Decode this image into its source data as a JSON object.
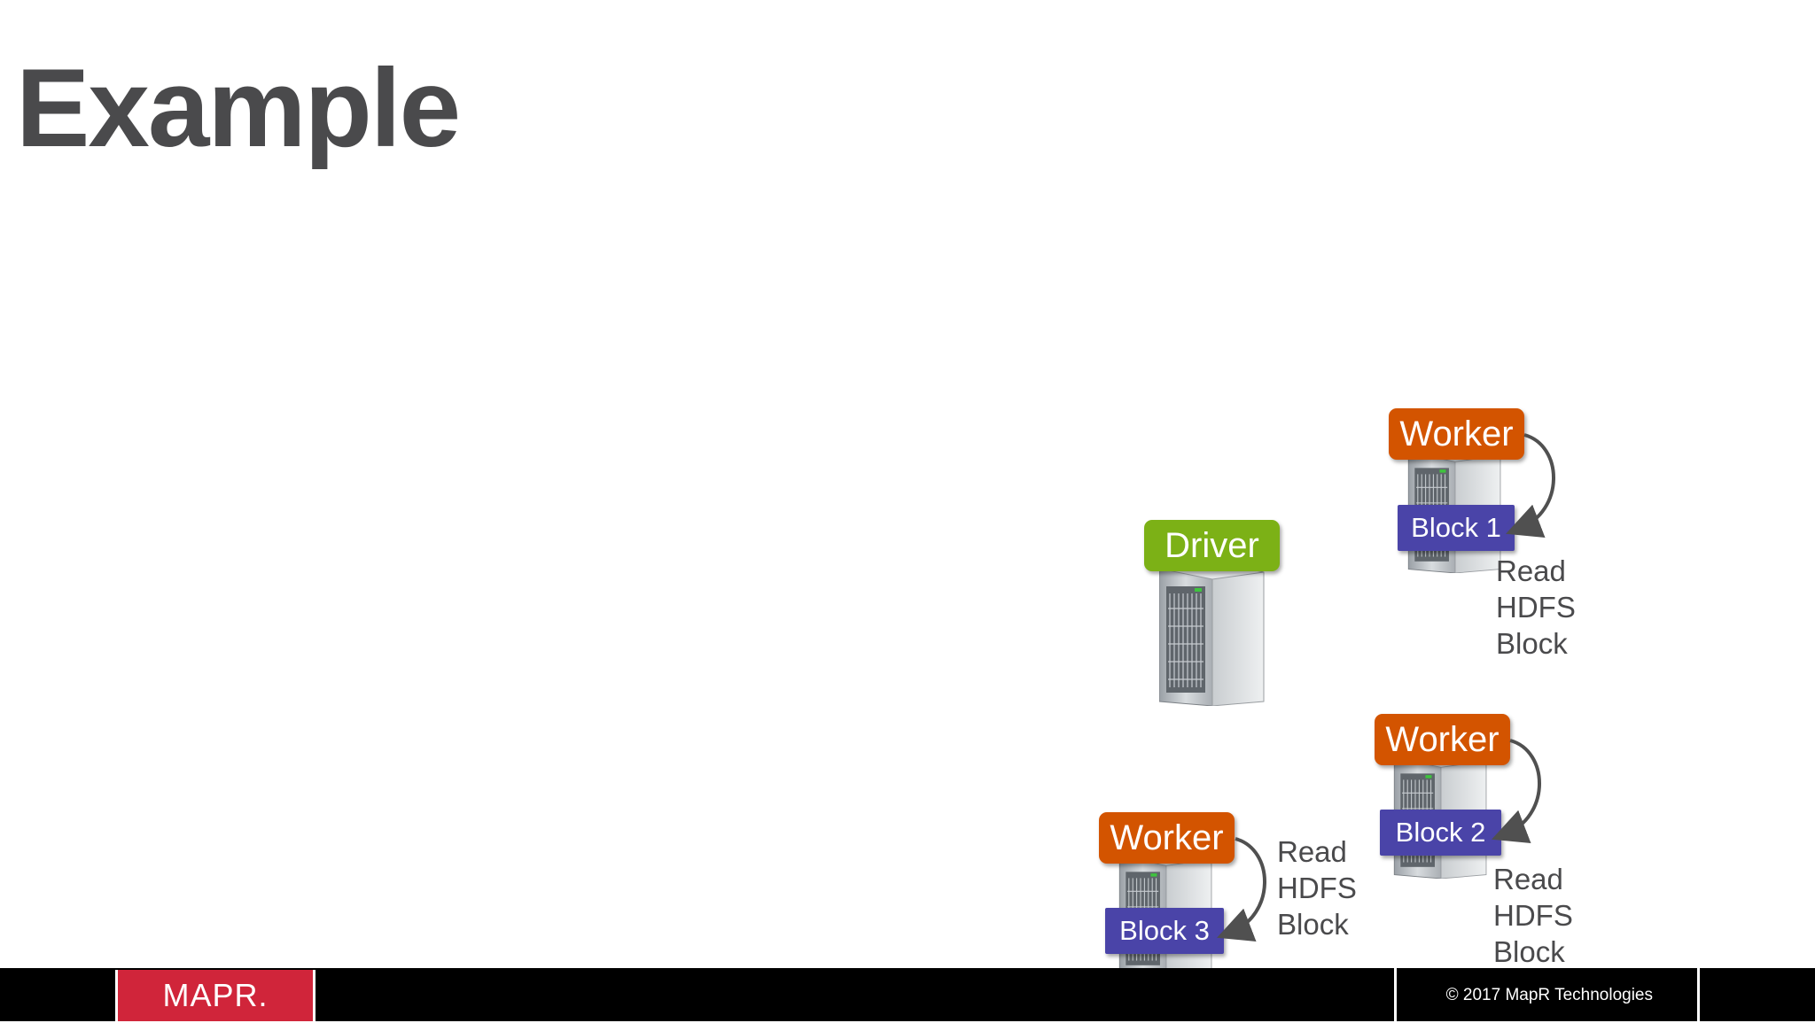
{
  "slide": {
    "title": "Example"
  },
  "driver": {
    "label": "Driver",
    "color": "#7cb116"
  },
  "workers": [
    {
      "label": "Worker",
      "block": "Block 1",
      "read": [
        "Read",
        "HDFS",
        "Block"
      ]
    },
    {
      "label": "Worker",
      "block": "Block 2",
      "read": [
        "Read",
        "HDFS",
        "Block"
      ]
    },
    {
      "label": "Worker",
      "block": "Block 3",
      "read": [
        "Read",
        "HDFS",
        "Block"
      ]
    }
  ],
  "colors": {
    "worker": "#d35400",
    "block": "#4a44a8",
    "footer": "#000000",
    "logo": "#d0253a",
    "text": "#4a4a4c"
  },
  "footer": {
    "logo": "MAPR.",
    "copyright": "© 2017 MapR Technologies"
  }
}
